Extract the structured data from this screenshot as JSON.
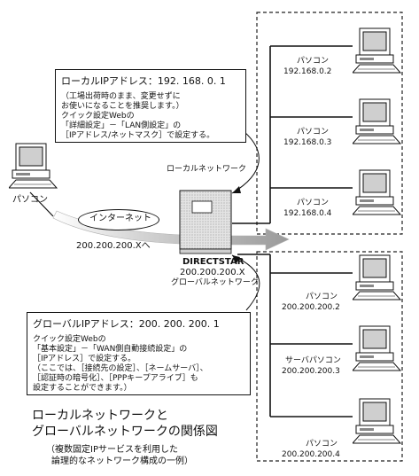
{
  "router": {
    "name": "DIRECTSTAR",
    "ip": "200.200.200.X",
    "wan_label": "グローバルネットワーク"
  },
  "local_network_label": "ローカルネットワーク",
  "internet": {
    "label": "インターネット",
    "dest": "200.200.200.Xへ"
  },
  "left_pc": {
    "label": "パソコン"
  },
  "local_pcs": [
    {
      "name": "パソコン",
      "ip": "192.168.0.2"
    },
    {
      "name": "パソコン",
      "ip": "192.168.0.3"
    },
    {
      "name": "パソコン",
      "ip": "192.168.0.4"
    }
  ],
  "global_pcs": [
    {
      "name": "パソコン",
      "ip": "200.200.200.2"
    },
    {
      "name": "サーバパソコン",
      "ip": "200.200.200.3"
    },
    {
      "name": "パソコン",
      "ip": "200.200.200.4"
    }
  ],
  "local_ip_box": {
    "title": "ローカルIPアドレス：192. 168. 0. 1",
    "lines": [
      "（工場出荷時のまま、変更せずに",
      "お使いになることを推奨します。）",
      "クイック設定Webの",
      "「詳細設定」－「LAN側設定」の",
      "［IPアドレス/ネットマスク］で設定する。"
    ]
  },
  "global_ip_box": {
    "title": "グローバルIPアドレス：200. 200. 200. 1",
    "lines": [
      "クイック設定Webの",
      "「基本設定」－「WAN側自動接続設定」の",
      "［IPアドレス］で設定する。",
      "（ここでは、［接続先の設定］、［ネームサーバ］、",
      "［認証時の暗号化］、［PPPキープアライブ］も",
      "設定することができます。）"
    ]
  },
  "caption": {
    "title1": "ローカルネットワークと",
    "title2": "グローバルネットワークの関係図",
    "sub1": "（複数固定IPサービスを利用した",
    "sub2": "論理的なネットワーク構成の一例）"
  }
}
